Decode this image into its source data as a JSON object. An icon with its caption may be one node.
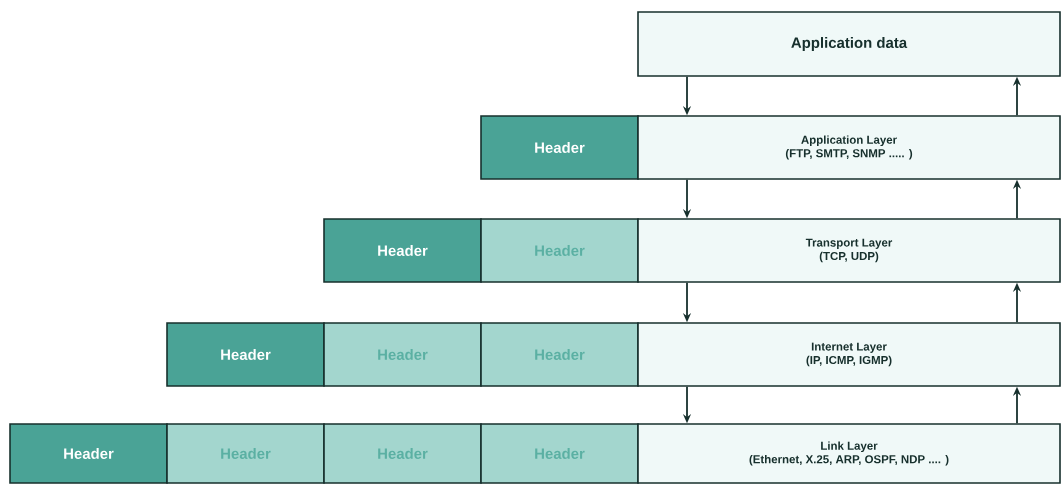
{
  "diagram": {
    "nodes": [
      {
        "text": [
          "Application data"
        ]
      },
      {
        "text": [
          "Header"
        ]
      },
      {
        "text": [
          "Application Layer",
          "(FTP, SMTP, SNMP ..... )"
        ]
      },
      {
        "text": [
          "Header"
        ]
      },
      {
        "text": [
          "Header"
        ]
      },
      {
        "text": [
          "Transport Layer",
          "(TCP, UDP)"
        ]
      },
      {
        "text": [
          "Header"
        ]
      },
      {
        "text": [
          "Header"
        ]
      },
      {
        "text": [
          "Header"
        ]
      },
      {
        "text": [
          "Internet Layer",
          "(IP, ICMP, IGMP)"
        ]
      },
      {
        "text": [
          "Header"
        ]
      },
      {
        "text": [
          "Header"
        ]
      },
      {
        "text": [
          "Header"
        ]
      },
      {
        "text": [
          "Header"
        ]
      },
      {
        "text": [
          "Link Layer",
          "(Ethernet, X.25, ARP, OSPF, NDP .... )"
        ]
      }
    ],
    "edges": [
      {
        "from": 0,
        "to": 2,
        "arrow": "to"
      },
      {
        "from": 2,
        "to": 5,
        "arrow": "to"
      },
      {
        "from": 5,
        "to": 9,
        "arrow": "to"
      },
      {
        "from": 9,
        "to": 14,
        "arrow": "to"
      },
      {
        "from": 14,
        "to": 9,
        "arrow": "to"
      },
      {
        "from": 9,
        "to": 5,
        "arrow": "to"
      },
      {
        "from": 5,
        "to": 2,
        "arrow": "to"
      },
      {
        "from": 2,
        "to": 0,
        "arrow": "to"
      }
    ]
  }
}
